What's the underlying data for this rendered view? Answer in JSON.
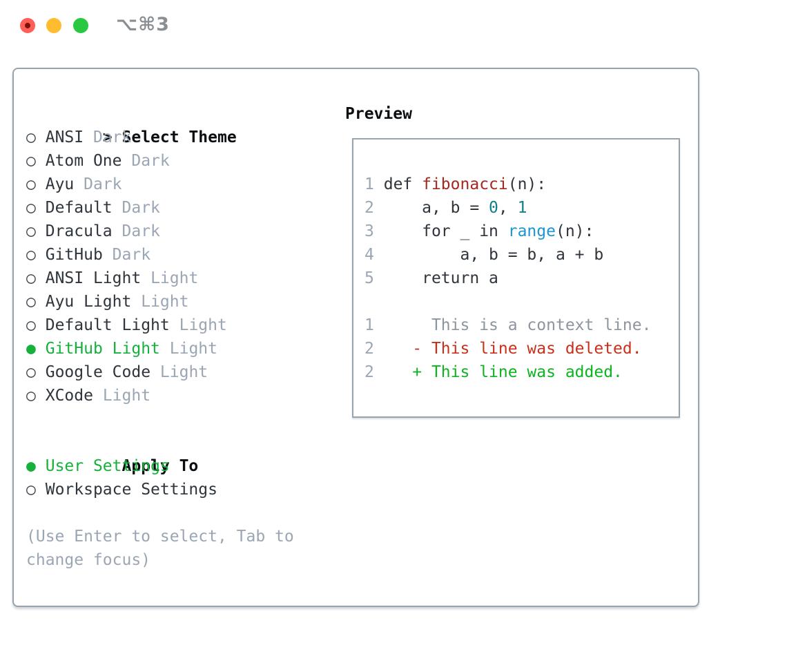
{
  "window": {
    "title": "⌥⌘3",
    "traffic_lights": [
      "close",
      "minimize",
      "zoom"
    ]
  },
  "markers": {
    "header": ">",
    "unselected": "○",
    "selected": "●",
    "blank": " "
  },
  "theme_panel": {
    "header_label": "Select Theme",
    "items": [
      {
        "name": "ANSI",
        "variant": "Dark",
        "selected": false
      },
      {
        "name": "Atom One",
        "variant": "Dark",
        "selected": false
      },
      {
        "name": "Ayu",
        "variant": "Dark",
        "selected": false
      },
      {
        "name": "Default",
        "variant": "Dark",
        "selected": false
      },
      {
        "name": "Dracula",
        "variant": "Dark",
        "selected": false
      },
      {
        "name": "GitHub",
        "variant": "Dark",
        "selected": false
      },
      {
        "name": "ANSI Light",
        "variant": "Light",
        "selected": false
      },
      {
        "name": "Ayu Light",
        "variant": "Light",
        "selected": false
      },
      {
        "name": "Default Light",
        "variant": "Light",
        "selected": false
      },
      {
        "name": "GitHub Light",
        "variant": "Light",
        "selected": true
      },
      {
        "name": "Google Code",
        "variant": "Light",
        "selected": false
      },
      {
        "name": "XCode",
        "variant": "Light",
        "selected": false
      }
    ],
    "apply_to": {
      "label": "Apply To",
      "options": [
        {
          "label": "User Settings",
          "selected": true
        },
        {
          "label": "Workspace Settings",
          "selected": false
        }
      ]
    },
    "hint_lines": [
      "(Use Enter to select, Tab to",
      "change focus)"
    ]
  },
  "preview": {
    "title": "Preview",
    "code_lines": [
      {
        "num": "1",
        "tokens": [
          {
            "t": "def ",
            "c": "plain"
          },
          {
            "t": "fibonacci",
            "c": "func"
          },
          {
            "t": "(n):",
            "c": "plain"
          }
        ]
      },
      {
        "num": "2",
        "tokens": [
          {
            "t": "    a, b = ",
            "c": "plain"
          },
          {
            "t": "0",
            "c": "num"
          },
          {
            "t": ", ",
            "c": "plain"
          },
          {
            "t": "1",
            "c": "num"
          }
        ]
      },
      {
        "num": "3",
        "tokens": [
          {
            "t": "    for _ in ",
            "c": "plain"
          },
          {
            "t": "range",
            "c": "builtin"
          },
          {
            "t": "(n):",
            "c": "plain"
          }
        ]
      },
      {
        "num": "4",
        "tokens": [
          {
            "t": "        a, b = b, a + b",
            "c": "plain"
          }
        ]
      },
      {
        "num": "5",
        "tokens": [
          {
            "t": "    return a",
            "c": "plain"
          }
        ]
      },
      {
        "num": "",
        "tokens": []
      },
      {
        "num": "1",
        "tokens": [
          {
            "t": "     This is a context line.",
            "c": "ctx"
          }
        ]
      },
      {
        "num": "2",
        "tokens": [
          {
            "t": "   - This line was deleted.",
            "c": "del"
          }
        ]
      },
      {
        "num": "2",
        "tokens": [
          {
            "t": "   + This line was added.",
            "c": "add"
          }
        ]
      }
    ]
  },
  "colors": {
    "green": "#16b13c",
    "added": "#0db41f",
    "deleted": "#c9301c",
    "func": "#a5271e",
    "numtok": "#0f7f8b",
    "builtin": "#1c95d4",
    "text": "#2f353c",
    "header": "#0b0e11",
    "muted": "#9ba6b4",
    "ctx": "#8d959f",
    "border": "#99a3ae",
    "titlegray": "#8a8f94",
    "tred": "#ff5f57",
    "tyellow": "#febc2e",
    "tgreen": "#28c840",
    "linenum": "#9ba6b4"
  }
}
